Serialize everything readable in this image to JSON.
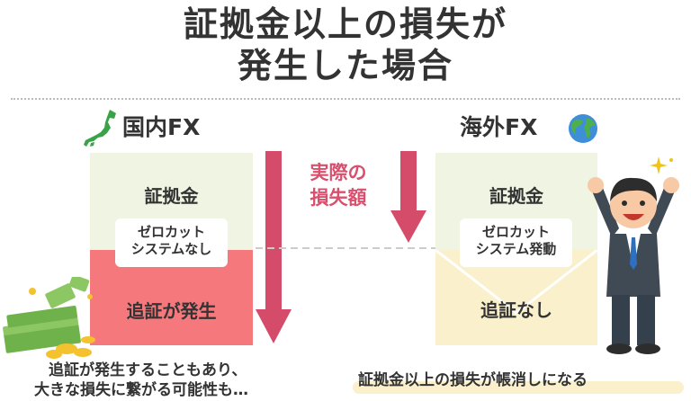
{
  "title": {
    "line1": "証拠金以上の損失が",
    "line2": "発生した場合"
  },
  "left": {
    "region": "国内FX",
    "margin_label": "証拠金",
    "badge_line1": "ゼロカット",
    "badge_line2": "システムなし",
    "bottom_label": "追証が発生",
    "caption_line1": "追証が発生することもあり、",
    "caption_line2": "大きな損失に繋がる可能性も…"
  },
  "right": {
    "region": "海外FX",
    "margin_label": "証拠金",
    "badge_line1": "ゼロカット",
    "badge_line2": "システム発動",
    "bottom_label": "追証なし",
    "caption": "証拠金以上の損失が帳消しになる"
  },
  "center": {
    "loss_line1": "実際の",
    "loss_line2": "損失額"
  },
  "colors": {
    "arrow": "#d54c6a",
    "red_box": "#f5787c",
    "green_box": "#eff4e3",
    "cream_box": "#faf0cc"
  },
  "icons": {
    "japan": "japan-map-icon",
    "globe": "globe-icon",
    "money": "money-pile-icon",
    "person": "celebrating-businessman-icon"
  }
}
